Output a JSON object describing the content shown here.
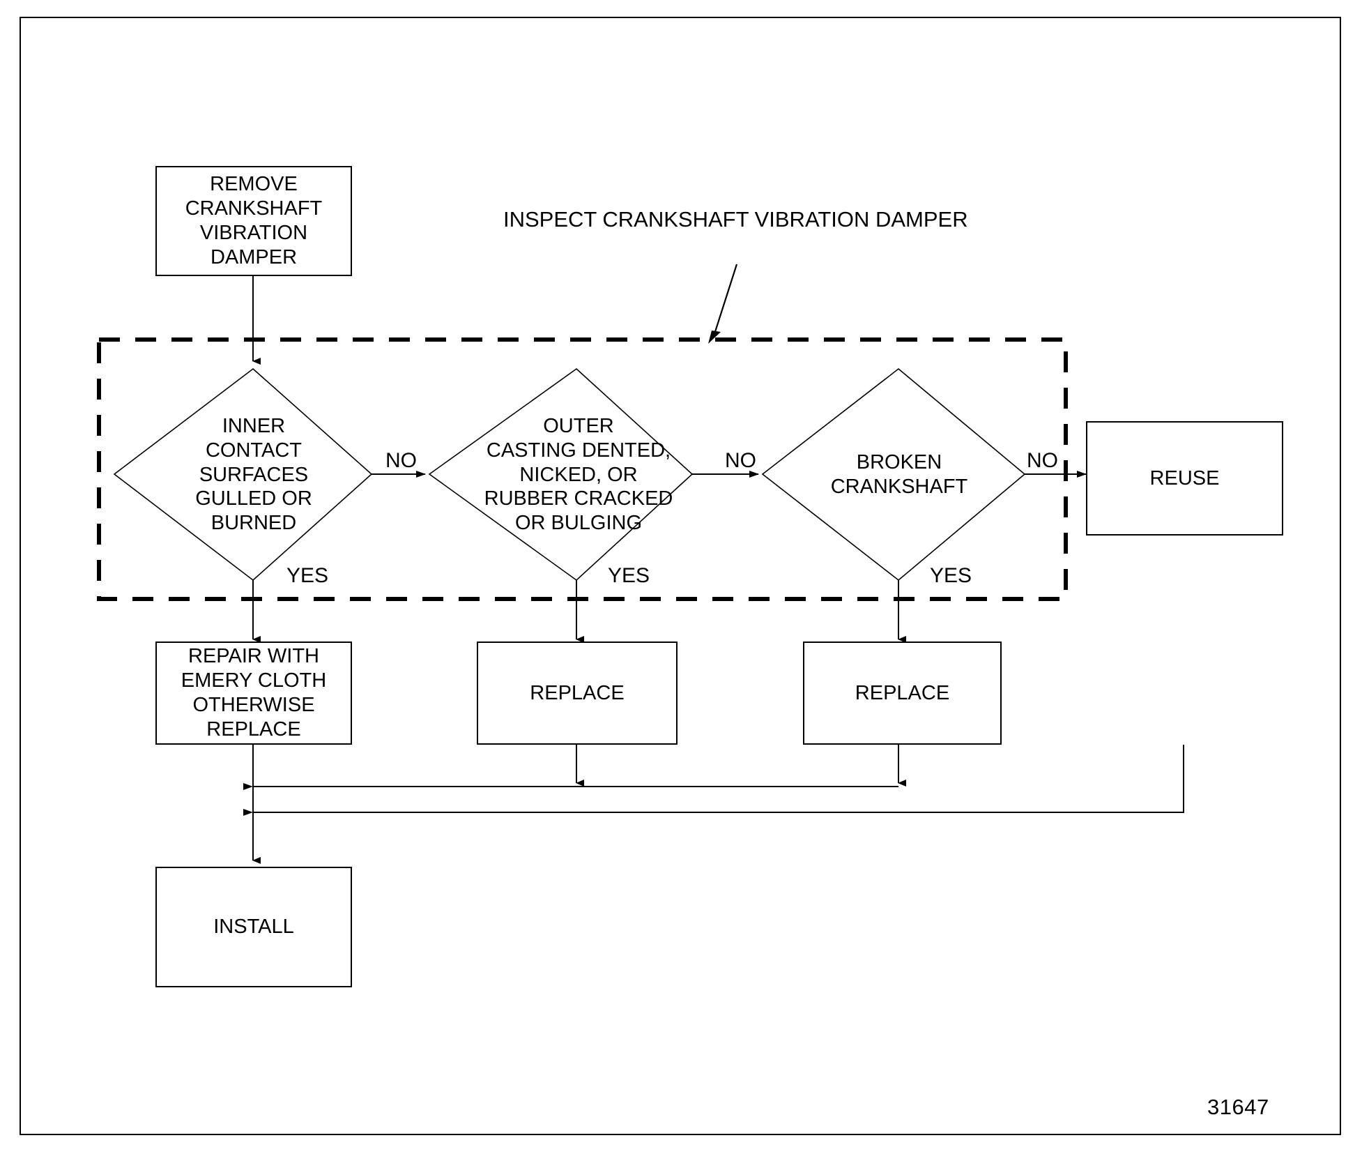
{
  "figure": {
    "number": "31647"
  },
  "group": {
    "title": "INSPECT CRANKSHAFT VIBRATION DAMPER"
  },
  "nodes": {
    "remove_damper": {
      "label": "REMOVE\nCRANKSHAFT\nVIBRATION\nDAMPER",
      "type": "process"
    },
    "inner_surfaces": {
      "label": "INNER\nCONTACT\nSURFACES\nGULLED OR\nBURNED",
      "type": "decision"
    },
    "outer_casting": {
      "label": "OUTER\nCASTING DENTED,\nNICKED, OR\nRUBBER CRACKED\nOR BULGING",
      "type": "decision"
    },
    "broken_crankshaft": {
      "label": "BROKEN\nCRANKSHAFT",
      "type": "decision"
    },
    "reuse": {
      "label": "REUSE",
      "type": "process"
    },
    "repair_emery": {
      "label": "REPAIR WITH\nEMERY CLOTH\nOTHERWISE\nREPLACE",
      "type": "process"
    },
    "replace_1": {
      "label": "REPLACE",
      "type": "process"
    },
    "replace_2": {
      "label": "REPLACE",
      "type": "process"
    },
    "install": {
      "label": "INSTALL",
      "type": "process"
    }
  },
  "edge_labels": {
    "no_1": "NO",
    "no_2": "NO",
    "no_3": "NO",
    "yes_1": "YES",
    "yes_2": "YES",
    "yes_3": "YES"
  },
  "colors": {
    "stroke": "#000000",
    "background": "#ffffff",
    "text": "#000000"
  },
  "chart_data": {
    "type": "table",
    "title": "Crankshaft Vibration Damper Inspection Flowchart",
    "nodes": [
      {
        "id": "remove_damper",
        "shape": "rectangle",
        "text": "REMOVE CRANKSHAFT VIBRATION DAMPER"
      },
      {
        "id": "inner_surfaces",
        "shape": "diamond",
        "text": "INNER CONTACT SURFACES GULLED OR BURNED"
      },
      {
        "id": "outer_casting",
        "shape": "diamond",
        "text": "OUTER CASTING DENTED, NICKED, OR RUBBER CRACKED OR BULGING"
      },
      {
        "id": "broken_crankshaft",
        "shape": "diamond",
        "text": "BROKEN CRANKSHAFT"
      },
      {
        "id": "reuse",
        "shape": "rectangle",
        "text": "REUSE"
      },
      {
        "id": "repair_emery",
        "shape": "rectangle",
        "text": "REPAIR WITH EMERY CLOTH OTHERWISE REPLACE"
      },
      {
        "id": "replace_1",
        "shape": "rectangle",
        "text": "REPLACE"
      },
      {
        "id": "replace_2",
        "shape": "rectangle",
        "text": "REPLACE"
      },
      {
        "id": "install",
        "shape": "rectangle",
        "text": "INSTALL"
      }
    ],
    "edges": [
      {
        "from": "remove_damper",
        "to": "inner_surfaces",
        "label": ""
      },
      {
        "from": "inner_surfaces",
        "to": "outer_casting",
        "label": "NO"
      },
      {
        "from": "inner_surfaces",
        "to": "repair_emery",
        "label": "YES"
      },
      {
        "from": "outer_casting",
        "to": "broken_crankshaft",
        "label": "NO"
      },
      {
        "from": "outer_casting",
        "to": "replace_1",
        "label": "YES"
      },
      {
        "from": "broken_crankshaft",
        "to": "reuse",
        "label": "NO"
      },
      {
        "from": "broken_crankshaft",
        "to": "replace_2",
        "label": "YES"
      },
      {
        "from": "repair_emery",
        "to": "install",
        "label": ""
      },
      {
        "from": "replace_1",
        "to": "install",
        "label": ""
      },
      {
        "from": "replace_2",
        "to": "install",
        "label": ""
      },
      {
        "from": "reuse",
        "to": "install",
        "label": ""
      }
    ],
    "groups": [
      {
        "label": "INSPECT CRANKSHAFT VIBRATION DAMPER",
        "members": [
          "inner_surfaces",
          "outer_casting",
          "broken_crankshaft"
        ],
        "style": "dashed"
      }
    ]
  }
}
